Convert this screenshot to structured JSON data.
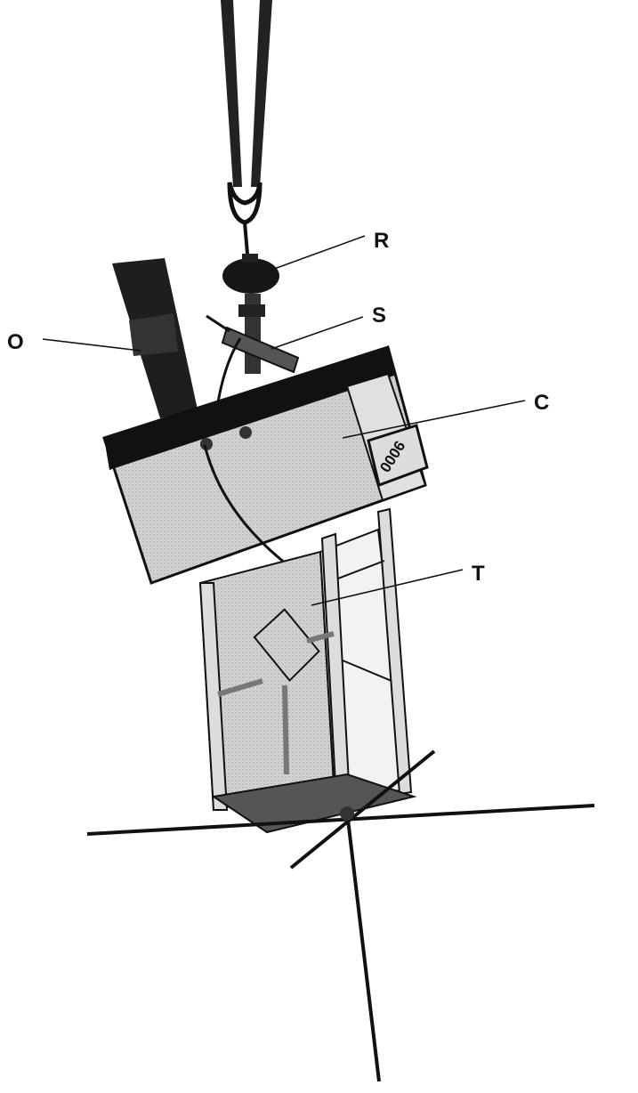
{
  "labels": {
    "r": "R",
    "s": "S",
    "o": "O",
    "c": "C",
    "t": "T"
  },
  "box_marking": "0006",
  "colors": {
    "ink": "#111111",
    "grey": "#c8c8c8",
    "light": "#e2e2e2"
  }
}
